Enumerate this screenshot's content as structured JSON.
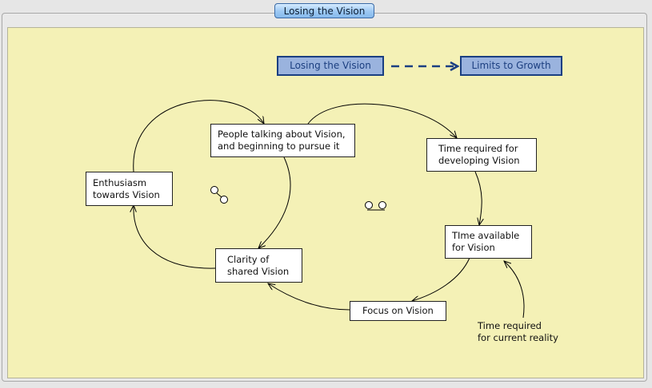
{
  "window": {
    "title": "Losing the Vision"
  },
  "navigation": {
    "current": "Losing the Vision",
    "next": "Limits to Growth"
  },
  "nodes": {
    "people_talking": {
      "line1": "People talking about Vision,",
      "line2": "and beginning to pursue it"
    },
    "enthusiasm": {
      "line1": "Enthusiasm",
      "line2": "towards Vision"
    },
    "clarity": {
      "line1": "Clarity of",
      "line2": "shared Vision"
    },
    "focus": {
      "line1": "Focus on Vision"
    },
    "time_required_dev": {
      "line1": "Time required for",
      "line2": "developing Vision"
    },
    "time_available": {
      "line1": "TIme available",
      "line2": "for Vision"
    }
  },
  "external_variable": {
    "line1": "Time required",
    "line2": "for current reality"
  },
  "colors": {
    "canvas": "#f4f1b6",
    "nav_fill": "#9ab3de",
    "nav_border": "#1a3f82",
    "link": "#000000"
  }
}
